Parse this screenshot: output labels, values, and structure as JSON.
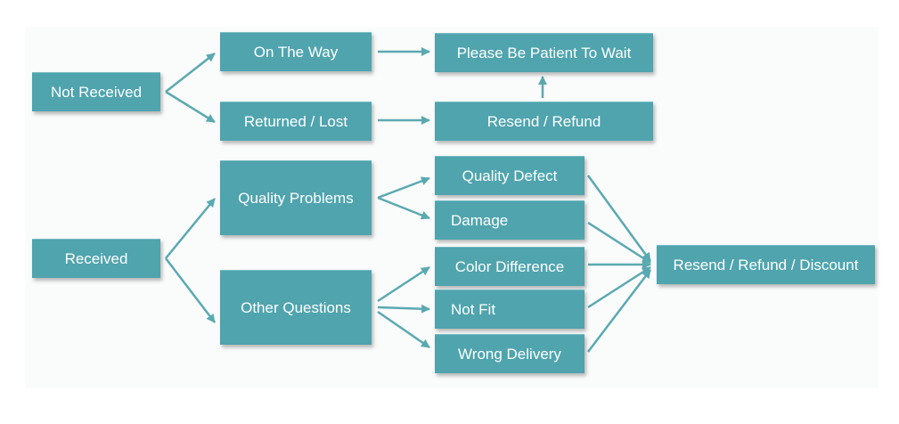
{
  "colors": {
    "box": "#4fa4ae",
    "arrow": "#5aa9b1",
    "text": "#ffffff"
  },
  "nodes": {
    "not_received": "Not Received",
    "on_the_way": "On The Way",
    "returned_lost": "Returned / Lost",
    "please_wait": "Please Be Patient To Wait",
    "resend_refund": "Resend / Refund",
    "received": "Received",
    "quality_problems": "Quality Problems",
    "other_questions": "Other Questions",
    "quality_defect": "Quality Defect",
    "damage": "Damage",
    "color_difference": "Color Difference",
    "not_fit": "Not Fit",
    "wrong_delivery": "Wrong Delivery",
    "resend_refund_discount": "Resend / Refund / Discount"
  }
}
